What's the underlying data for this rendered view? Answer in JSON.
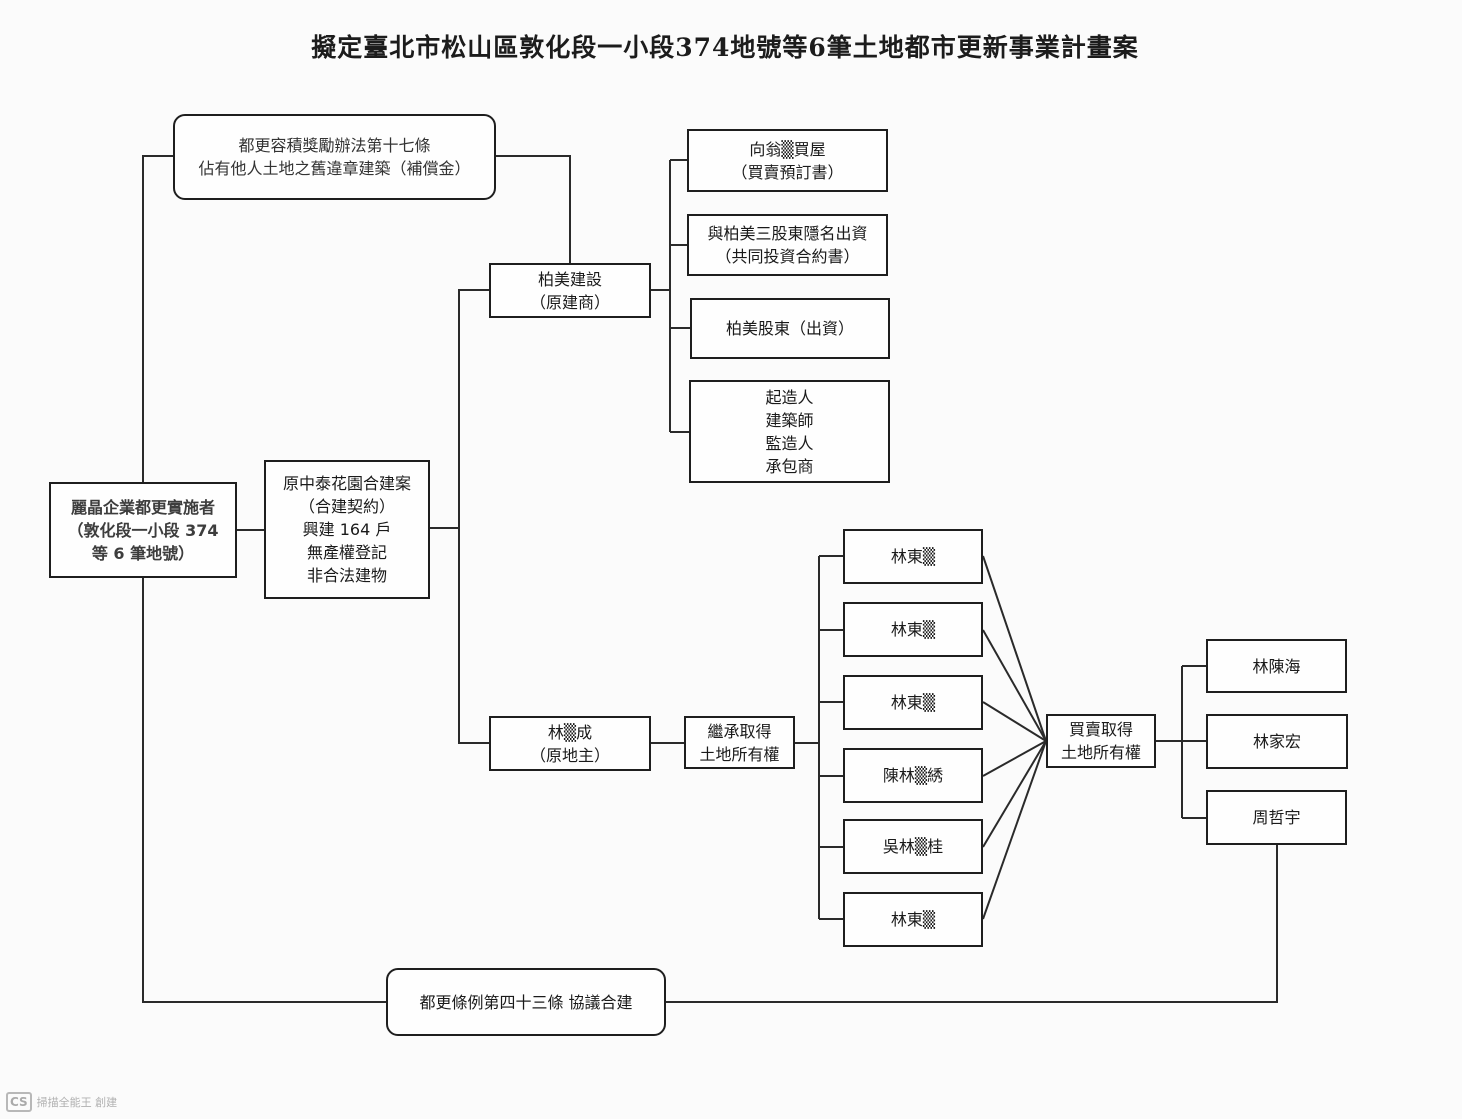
{
  "title": "擬定臺北市松山區敦化段一小段374地號等6筆土地都市更新事業計畫案",
  "nodes": {
    "implementer": {
      "lines": [
        "麗晶企業都更實施者",
        "（敦化段一小段 374",
        "等 6 筆地號）"
      ]
    },
    "compensation": {
      "lines": [
        "都更容積獎勵辦法第十七條",
        "佔有他人土地之舊違章建築（補償金）"
      ]
    },
    "original_project": {
      "lines": [
        "原中泰花園合建案",
        "（合建契約）",
        "興建 164 戶",
        "無產權登記",
        "非合法建物"
      ]
    },
    "developer": {
      "lines": [
        "柏美建設",
        "（原建商）"
      ]
    },
    "purchase_house": {
      "lines": [
        "向翁▒買屋",
        "（買賣預訂書）"
      ]
    },
    "anonymous_investment": {
      "lines": [
        "與柏美三股東隱名出資",
        "（共同投資合約書）"
      ]
    },
    "shareholders": {
      "lines": [
        "柏美股東（出資）"
      ]
    },
    "roles": {
      "lines": [
        "起造人",
        "建築師",
        "監造人",
        "承包商"
      ]
    },
    "landowner": {
      "lines": [
        "林▒成",
        "（原地主）"
      ]
    },
    "inheritance": {
      "lines": [
        "繼承取得",
        "土地所有權"
      ]
    },
    "heirs": [
      {
        "lines": [
          "林東▒"
        ]
      },
      {
        "lines": [
          "林東▒"
        ]
      },
      {
        "lines": [
          "林東▒"
        ]
      },
      {
        "lines": [
          "陳林▒綉"
        ]
      },
      {
        "lines": [
          "吳林▒桂"
        ]
      },
      {
        "lines": [
          "林東▒"
        ]
      }
    ],
    "sale": {
      "lines": [
        "買賣取得",
        "土地所有權"
      ]
    },
    "buyers": [
      {
        "lines": [
          "林陳海"
        ]
      },
      {
        "lines": [
          "林家宏"
        ]
      },
      {
        "lines": [
          "周哲宇"
        ]
      }
    ],
    "article43": {
      "lines": [
        "都更條例第四十三條  協議合建"
      ]
    }
  },
  "footer": {
    "badge": "CS",
    "text": "掃描全能王 創建"
  }
}
